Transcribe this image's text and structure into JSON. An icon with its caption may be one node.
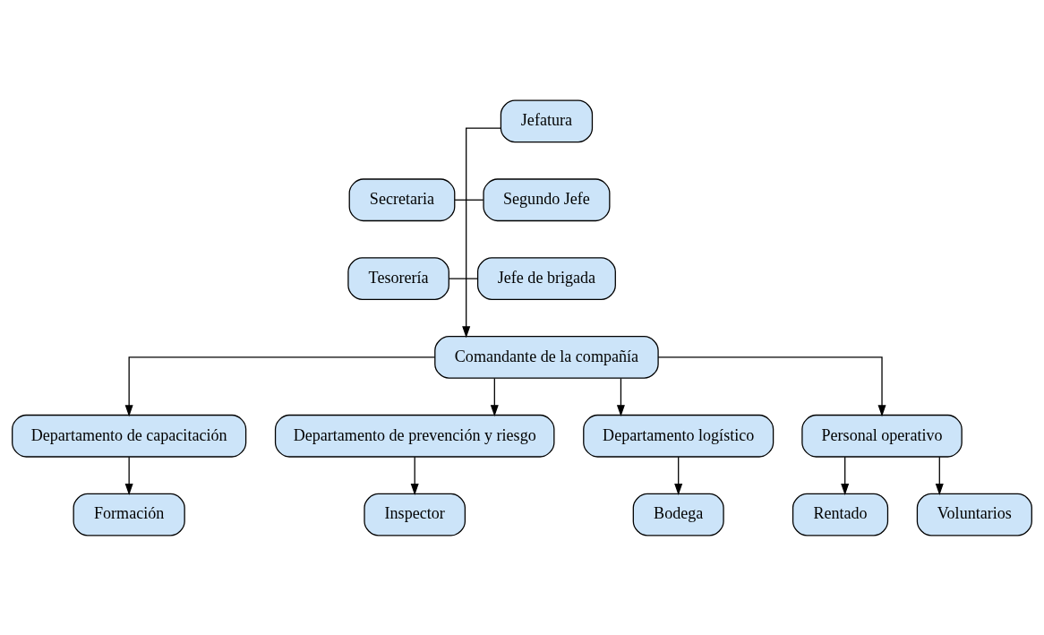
{
  "diagram": {
    "nodes": [
      {
        "text": [
          "Jefatura"
        ]
      },
      {
        "text": [
          "Secretaria"
        ]
      },
      {
        "text": [
          "Segundo Jefe"
        ]
      },
      {
        "text": [
          "Tesorería"
        ]
      },
      {
        "text": [
          "Jefe de brigada"
        ]
      },
      {
        "text": [
          "Comandante de la compañía"
        ]
      },
      {
        "text": [
          "Departamento de capacitación"
        ]
      },
      {
        "text": [
          "Departamento de prevención y riesgo"
        ]
      },
      {
        "text": [
          "Departamento logístico"
        ]
      },
      {
        "text": [
          "Personal operativo"
        ]
      },
      {
        "text": [
          "Formación"
        ]
      },
      {
        "text": [
          "Inspector"
        ]
      },
      {
        "text": [
          "Bodega"
        ]
      },
      {
        "text": [
          "Rentado"
        ]
      },
      {
        "text": [
          "Voluntarios"
        ]
      }
    ],
    "edges": [
      {
        "from": 0,
        "to": 5,
        "arrow": "to"
      },
      {
        "from": 1,
        "to": 2,
        "arrow": "none"
      },
      {
        "from": 3,
        "to": 4,
        "arrow": "none"
      },
      {
        "from": 5,
        "to": 6,
        "arrow": "to"
      },
      {
        "from": 5,
        "to": 7,
        "arrow": "to"
      },
      {
        "from": 5,
        "to": 8,
        "arrow": "to"
      },
      {
        "from": 5,
        "to": 9,
        "arrow": "to"
      },
      {
        "from": 6,
        "to": 10,
        "arrow": "to"
      },
      {
        "from": 7,
        "to": 11,
        "arrow": "to"
      },
      {
        "from": 8,
        "to": 12,
        "arrow": "to"
      },
      {
        "from": 9,
        "to": 13,
        "arrow": "to"
      },
      {
        "from": 9,
        "to": 14,
        "arrow": "to"
      }
    ]
  }
}
